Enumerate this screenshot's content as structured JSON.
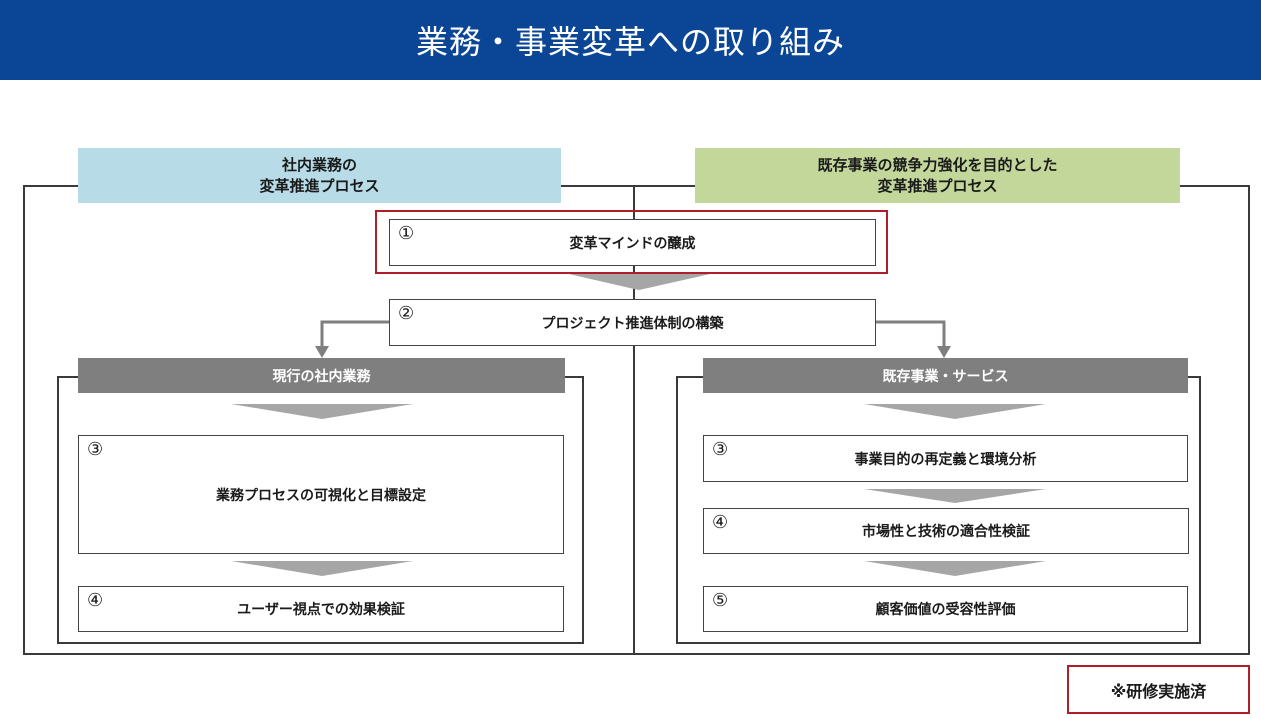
{
  "title": "業務・事業変革への取り組み",
  "left_header": "社内業務の\n変革推進プロセス",
  "right_header": "既存事業の競争力強化を目的とした\n変革推進プロセス",
  "common_steps": [
    {
      "num": "①",
      "label": "変革マインドの醸成"
    },
    {
      "num": "②",
      "label": "プロジェクト推進体制の構築"
    }
  ],
  "left_section": {
    "title": "現行の社内業務",
    "steps": [
      {
        "num": "③",
        "label": "業務プロセスの可視化と目標設定"
      },
      {
        "num": "④",
        "label": "ユーザー視点での効果検証"
      }
    ]
  },
  "right_section": {
    "title": "既存事業・サービス",
    "steps": [
      {
        "num": "③",
        "label": "事業目的の再定義と環境分析"
      },
      {
        "num": "④",
        "label": "市場性と技術の適合性検証"
      },
      {
        "num": "⑤",
        "label": "顧客価値の受容性評価"
      }
    ]
  },
  "note": "※研修実施済",
  "colors": {
    "header_bg": "#0b4596",
    "left_header_bg": "#b7dce8",
    "right_header_bg": "#c4d79b",
    "section_header_bg": "#7f7f7f",
    "highlight_border": "#b01e2a"
  }
}
